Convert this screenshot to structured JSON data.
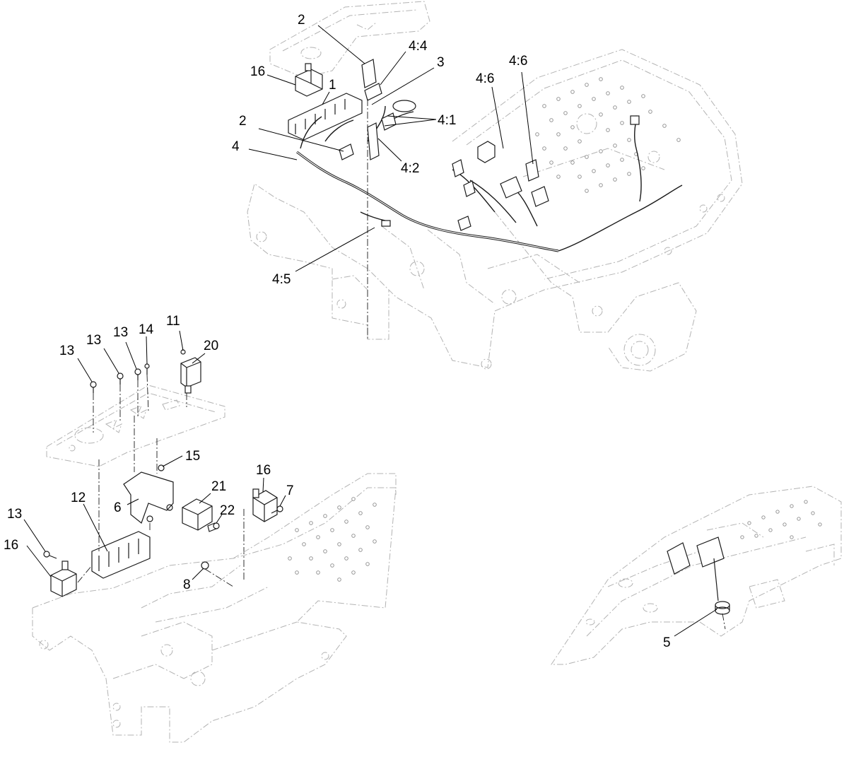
{
  "callouts": {
    "upper": {
      "c2a": "2",
      "c44": "4:4",
      "c3": "3",
      "c16": "16",
      "c1": "1",
      "c46a": "4:6",
      "c46b": "4:6",
      "c41": "4:1",
      "c2b": "2",
      "c4": "4",
      "c42": "4:2",
      "c45": "4:5"
    },
    "lower_left": {
      "c13a": "13",
      "c13b": "13",
      "c13c": "13",
      "c14": "14",
      "c11": "11",
      "c20": "20",
      "c15": "15",
      "c16": "16",
      "c7": "7",
      "c21": "21",
      "c12": "12",
      "c6": "6",
      "c22": "22",
      "c13d": "13",
      "c16b": "16",
      "c8": "8"
    },
    "lower_right": {
      "c5": "5"
    }
  }
}
